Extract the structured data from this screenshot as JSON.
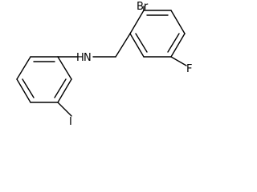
{
  "molecule": {
    "atoms": {
      "n": "N",
      "h": "H",
      "br": "Br",
      "f": "F",
      "i": "I"
    }
  }
}
